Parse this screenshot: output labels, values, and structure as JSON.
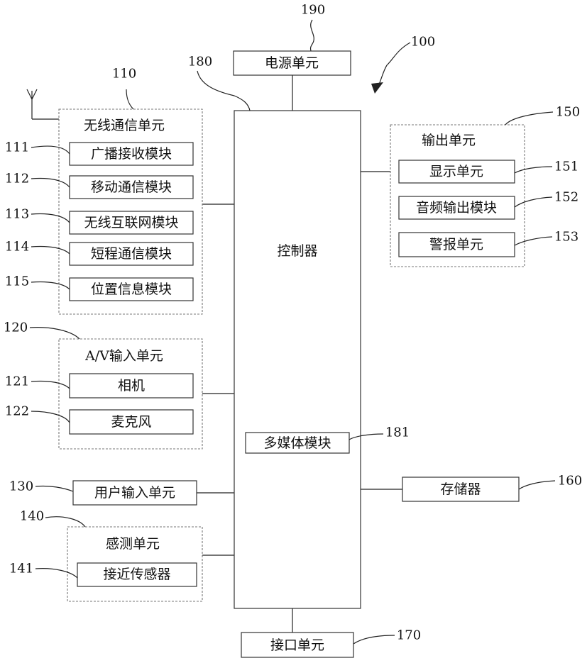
{
  "title": "",
  "nodes": {
    "power": "电源单元",
    "controller": "控制器",
    "wireless": "无线通信单元",
    "broadcast": "广播接收模块",
    "mobile": "移动通信模块",
    "internet": "无线互联网模块",
    "short_range": "短程通信模块",
    "location": "位置信息模块",
    "av_input": "A/V输入单元",
    "camera": "相机",
    "mic": "麦克风",
    "user_input": "用户输入单元",
    "sensing": "感测单元",
    "proximity": "接近传感器",
    "output": "输出单元",
    "display": "显示单元",
    "audio_out": "音频输出模块",
    "alarm": "警报单元",
    "storage": "存储器",
    "multimedia": "多媒体模块",
    "interface": "接口单元"
  },
  "refs": {
    "r100": "100",
    "r110": "110",
    "r111": "111",
    "r112": "112",
    "r113": "113",
    "r114": "114",
    "r115": "115",
    "r120": "120",
    "r121": "121",
    "r122": "122",
    "r130": "130",
    "r140": "140",
    "r141": "141",
    "r150": "150",
    "r151": "151",
    "r152": "152",
    "r153": "153",
    "r160": "160",
    "r170": "170",
    "r180": "180",
    "r181": "181",
    "r190": "190"
  },
  "edges": [
    {
      "from": "power",
      "to": "controller"
    },
    {
      "from": "wireless",
      "to": "controller"
    },
    {
      "from": "av_input",
      "to": "controller"
    },
    {
      "from": "user_input",
      "to": "controller"
    },
    {
      "from": "sensing",
      "to": "controller"
    },
    {
      "from": "output",
      "to": "controller"
    },
    {
      "from": "storage",
      "to": "controller"
    },
    {
      "from": "interface",
      "to": "controller"
    }
  ]
}
